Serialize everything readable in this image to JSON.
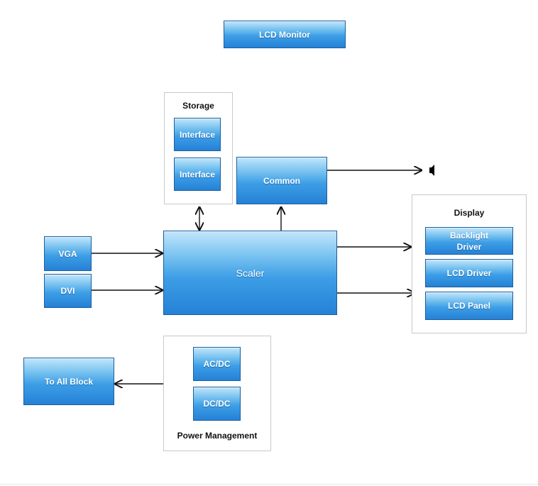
{
  "diagram": {
    "title": "LCD Monitor",
    "storage": {
      "title": "Storage",
      "blocks": [
        "Interface",
        "Interface"
      ]
    },
    "common": "Common",
    "scaler": "Scaler",
    "inputs": [
      "VGA",
      "DVI"
    ],
    "display": {
      "title": "Display",
      "blocks": [
        "Backlight Driver",
        "LCD Driver",
        "LCD Panel"
      ]
    },
    "power": {
      "title": "Power Management",
      "blocks": [
        "AC/DC",
        "DC/DC"
      ]
    },
    "to_all_block": "To All Block",
    "speaker_icon": "speaker-icon"
  },
  "colors": {
    "block_top": "#c3e6fb",
    "block_bottom": "#2581d6",
    "block_border": "#1c5f9e",
    "group_border": "#c9c9c9",
    "wire": "#111111"
  }
}
